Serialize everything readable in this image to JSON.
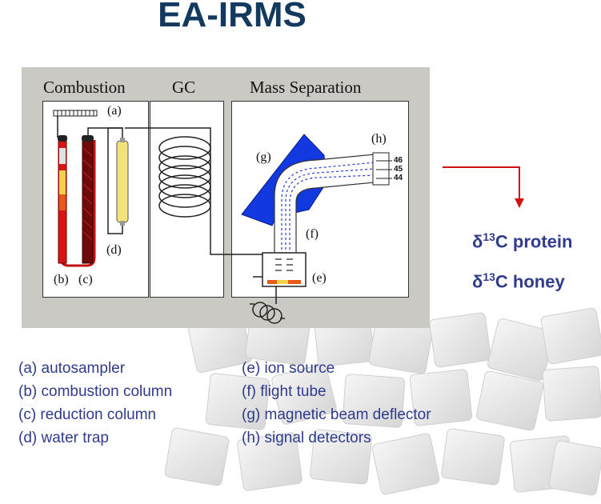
{
  "title": "EA-IRMS",
  "diagram": {
    "sections": {
      "combustion": "Combustion",
      "gc": "GC",
      "mass_separation": "Mass Separation"
    },
    "labels": {
      "a": "(a)",
      "b": "(b)",
      "c": "(c)",
      "d": "(d)",
      "e": "(e)",
      "f": "(f)",
      "g": "(g)",
      "h": "(h)"
    },
    "detector_masses": [
      "46",
      "45",
      "44"
    ]
  },
  "results": {
    "delta_symbol": "δ",
    "superscript": "13",
    "protein_text": "C protein",
    "honey_text": "C honey"
  },
  "legend": {
    "left": [
      "(a) autosampler",
      "(b) combustion column",
      "(c) reduction column",
      "(d) water trap"
    ],
    "right": [
      "(e) ion source",
      "(f)  flight tube",
      "(g) magnetic beam deflector",
      "(h) signal detectors"
    ]
  },
  "colors": {
    "title": "#12395e",
    "panel": "#cbc9c4",
    "magnet": "#1238e0",
    "combustion_column": "#d81414",
    "reduction_column": "#6e0a0a",
    "arrow": "#d41111",
    "text": "#2f3b8c"
  }
}
